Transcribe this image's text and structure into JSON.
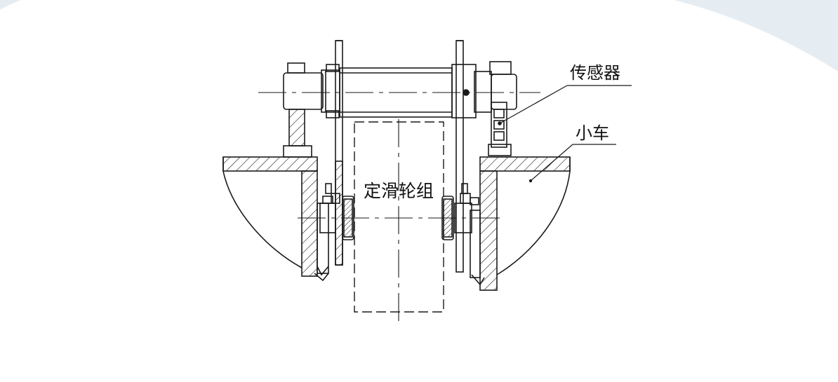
{
  "diagram": {
    "labels": {
      "sensor": "传感器",
      "trolley": "小车",
      "pulley_group": "定滑轮组"
    }
  },
  "colors": {
    "background": "#ffffff",
    "line": "#1a1a1a",
    "corner_accent": "#e6edf2"
  }
}
